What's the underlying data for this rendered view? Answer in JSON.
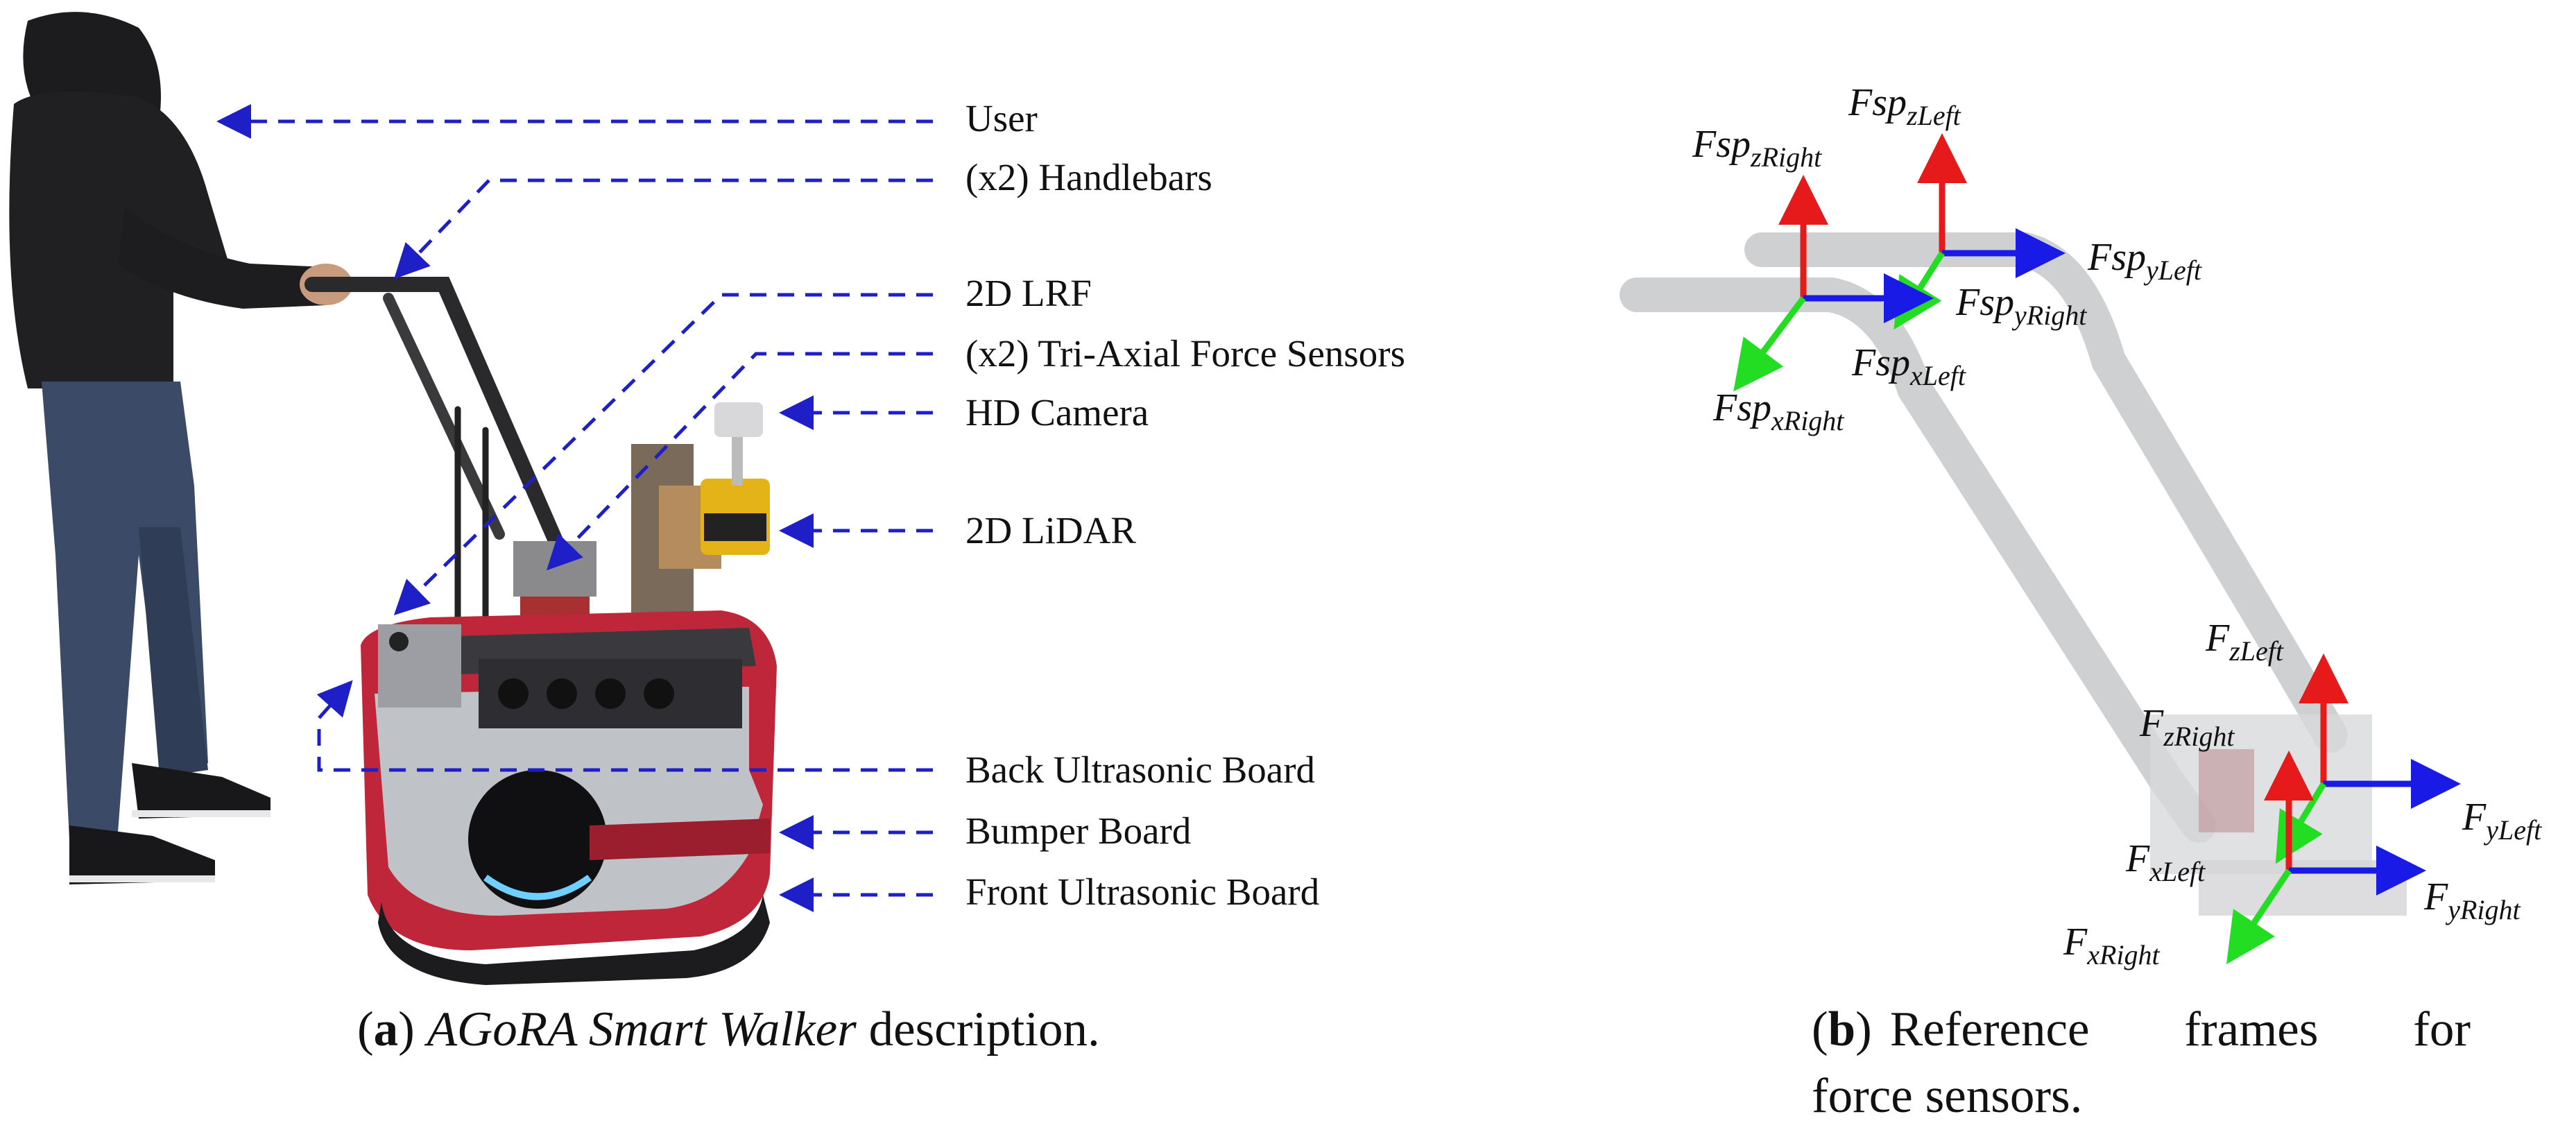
{
  "panel_a": {
    "labels": [
      "User",
      "(x2) Handlebars",
      "2D LRF",
      "(x2) Tri-Axial Force Sensors",
      "HD Camera",
      "2D LiDAR",
      "Back Ultrasonic Board",
      "Bumper Board",
      "Front Ultrasonic Board"
    ],
    "caption": {
      "letter": "a",
      "title": "AGoRA Smart Walker",
      "text": "description."
    }
  },
  "panel_b": {
    "frames": [
      {
        "base": "Fsp",
        "sub": "zRight"
      },
      {
        "base": "Fsp",
        "sub": "zLeft"
      },
      {
        "base": "Fsp",
        "sub": "yLeft"
      },
      {
        "base": "Fsp",
        "sub": "yRight"
      },
      {
        "base": "Fsp",
        "sub": "xLeft"
      },
      {
        "base": "Fsp",
        "sub": "xRight"
      },
      {
        "base": "F",
        "sub": "zLeft"
      },
      {
        "base": "F",
        "sub": "zRight"
      },
      {
        "base": "F",
        "sub": "yLeft"
      },
      {
        "base": "F",
        "sub": "xLeft"
      },
      {
        "base": "F",
        "sub": "yRight"
      },
      {
        "base": "F",
        "sub": "xRight"
      }
    ],
    "caption": {
      "letter": "b",
      "line1": "Reference frames for",
      "line2": "force sensors."
    }
  },
  "colors": {
    "pointer": "#1f1fc8",
    "axis_x": "#22dd22",
    "axis_y": "#1a1ae6",
    "axis_z": "#e61a1a",
    "walker_red": "#c0263a",
    "walker_grey": "#bfc2c6"
  }
}
